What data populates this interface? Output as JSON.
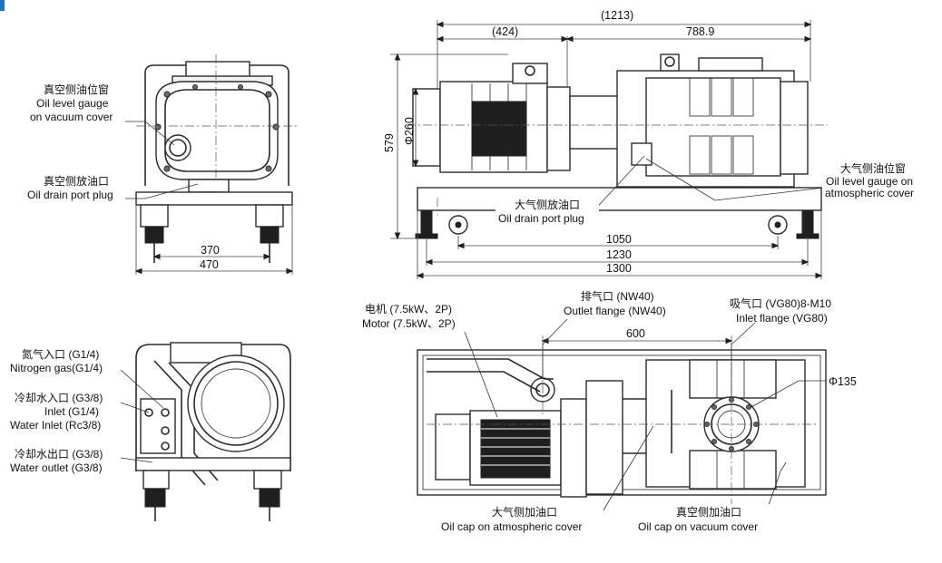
{
  "corner_mark": {
    "color": "#1e73be"
  },
  "view_side_top": {
    "dims": {
      "d370": "370",
      "d470": "470"
    },
    "labels": {
      "oil_level_cn": "真空侧油位窗",
      "oil_level_en1": "Oil level gauge",
      "oil_level_en2": "on vacuum cover",
      "oil_drain_cn": "真空侧放油口",
      "oil_drain_en": "Oil drain port plug"
    }
  },
  "view_front": {
    "dims": {
      "d1213": "(1213)",
      "d424": "(424)",
      "d788": "788.9",
      "d579": "579",
      "phi260": "Φ260",
      "d1050": "1050",
      "d1230": "1230",
      "d1300": "1300"
    },
    "labels": {
      "atm_drain_cn": "大气侧放油口",
      "atm_drain_en": "Oil drain port plug",
      "atm_level_cn": "大气侧油位窗",
      "atm_level_en1": "Oil level gauge on",
      "atm_level_en2": "atmospheric cover"
    }
  },
  "view_side_bottom": {
    "labels": {
      "n2_cn": "氮气入口 (G1/4)",
      "n2_en": "Nitrogen gas(G1/4)",
      "water_in_cn": "冷却水入口 (G3/8)",
      "water_in_en1": "Inlet (G1/4)",
      "water_in_en2": "Water Inlet (Rc3/8)",
      "water_out_cn": "冷却水出口 (G3/8)",
      "water_out_en": "Water outlet (G3/8)"
    }
  },
  "view_plan": {
    "dims": {
      "d600": "600",
      "phi135": "Φ135"
    },
    "labels": {
      "motor_cn": "电机 (7.5kW、2P)",
      "motor_en": "Motor (7.5kW、2P)",
      "outlet_cn": "排气口 (NW40)",
      "outlet_en": "Outlet flange (NW40)",
      "inlet_cn": "吸气口 (VG80)8-M10",
      "inlet_en": "Inlet flange (VG80)",
      "oil_cap_atm_cn": "大气侧加油口",
      "oil_cap_atm_en": "Oil cap on atmospheric cover",
      "oil_cap_vac_cn": "真空侧加油口",
      "oil_cap_vac_en": "Oil cap on vacuum cover"
    }
  }
}
